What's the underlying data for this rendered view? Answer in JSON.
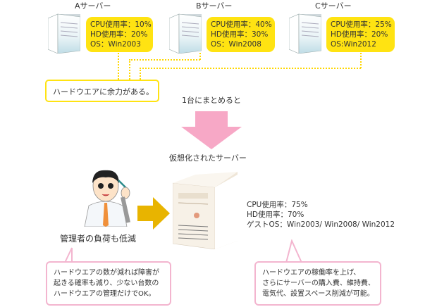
{
  "servers": [
    {
      "name": "Aサーバー",
      "cpu": "CPU使用率：10%",
      "hd": "HD使用率：20%",
      "os": "OS：Win2003"
    },
    {
      "name": "Bサーバー",
      "cpu": "CPU使用率：40%",
      "hd": "HD使用率：30%",
      "os": "OS：Win2008"
    },
    {
      "name": "Cサーバー",
      "cpu": "CPU使用率：25%",
      "hd": "HD使用率：20%",
      "os": "OS:Win2012"
    }
  ],
  "hardware_note": "ハードウエアに余力がある。",
  "consolidate_label": "1台にまとめると",
  "virtual_title": "仮想化されたサーバー",
  "virtual_stats": {
    "cpu": "CPU使用率：75%",
    "hd": "HD使用率：70%",
    "os": "ゲストOS：Win2003/ Win2008/ Win2012"
  },
  "admin_label": "管理者の負荷も低減",
  "callout_left": [
    "ハードウエアの数が減れば障害が",
    "起きる確率も減り、少ない台数の",
    "ハードウエアの管理だけでOK。"
  ],
  "callout_right": [
    "ハードウエアの稼働率を上げ、",
    "さらにサーバーの購入費、維持費、",
    "電気代、設置スペース削減が可能。"
  ],
  "colors": {
    "yellow": "#ffe312",
    "pink": "#f3b5cf",
    "arrow_pink": "#f7a8c6",
    "arrow_gold": "#e8b400"
  }
}
